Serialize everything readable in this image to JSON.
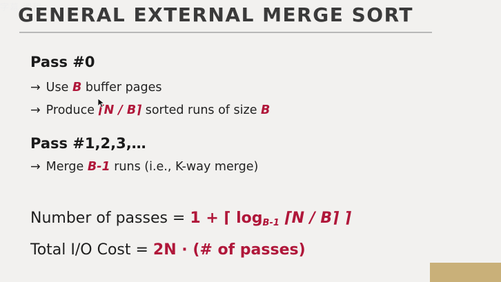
{
  "overlay": {
    "text": "字幕 课程"
  },
  "title": "GENERAL EXTERNAL MERGE SORT",
  "pass0": {
    "heading": "Pass #0",
    "line1": {
      "arrow": "→",
      "pre": "Use ",
      "b": "B",
      "post": " buffer pages"
    },
    "line2": {
      "arrow": "→",
      "pre": "Produce ",
      "expr": "⌈N / B⌉",
      "mid": " sorted runs of size ",
      "b": "B"
    }
  },
  "pass123": {
    "heading": "Pass #1,2,3,…",
    "line1": {
      "arrow": "→",
      "pre": "Merge ",
      "expr": "B-1",
      "post": " runs (i.e., K-way merge)"
    }
  },
  "passes_formula": {
    "label": "Number of passes = ",
    "one_plus": "1 + ⌈ log",
    "sub": "B-1",
    "rest": " ⌈N / B⌉ ⌉"
  },
  "cost_formula": {
    "label": "Total I/O Cost = ",
    "expr": "2N · (# of passes)"
  },
  "colors": {
    "accent": "#b0173a",
    "background": "#f2f1ef",
    "title": "#3a3a3a"
  }
}
